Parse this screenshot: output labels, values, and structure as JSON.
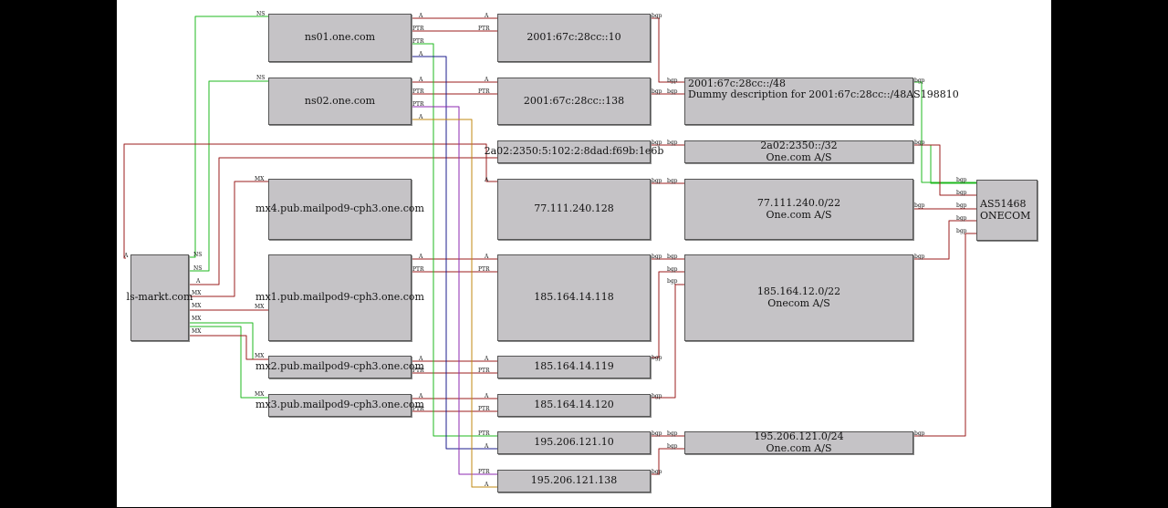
{
  "nodes": {
    "ls_markt": "ls-markt.com",
    "ns01": "ns01.one.com",
    "ns02": "ns02.one.com",
    "mx4": "mx4.pub.mailpod9-cph3.one.com",
    "mx1": "mx1.pub.mailpod9-cph3.one.com",
    "mx2": "mx2.pub.mailpod9-cph3.one.com",
    "mx3": "mx3.pub.mailpod9-cph3.one.com",
    "ip6_10": "2001:67c:28cc::10",
    "ip6_138": "2001:67c:28cc::138",
    "ip6_a02": "2a02:2350:5:102:2:8dad:f69b:1e6b",
    "ip_77": "77.111.240.128",
    "ip_185_118": "185.164.14.118",
    "ip_185_119": "185.164.14.119",
    "ip_185_120": "185.164.14.120",
    "ip_195_10": "195.206.121.10",
    "ip_195_138": "195.206.121.138",
    "pfx_2001": {
      "prefix": "2001:67c:28cc::/48",
      "desc": "Dummy description for 2001:67c:28cc::/48AS198810"
    },
    "pfx_2a02": {
      "prefix": "2a02:2350::/32",
      "desc": "One.com A/S"
    },
    "pfx_77": {
      "prefix": "77.111.240.0/22",
      "desc": "One.com A/S"
    },
    "pfx_185": {
      "prefix": "185.164.12.0/22",
      "desc": "Onecom A/S"
    },
    "pfx_195": {
      "prefix": "195.206.121.0/24",
      "desc": "One.com A/S"
    },
    "as": {
      "asn": "AS51468",
      "name": "ONECOM"
    }
  },
  "edge_labels": {
    "ns": "NS",
    "mx": "MX",
    "a": "A",
    "ptr": "PTR",
    "bgp": "bgp"
  },
  "colors": {
    "red": "#9b1c1c",
    "green": "#1fb81f",
    "navy": "#1c1c8c",
    "purple": "#8c2ab0",
    "orange": "#c08a10"
  }
}
